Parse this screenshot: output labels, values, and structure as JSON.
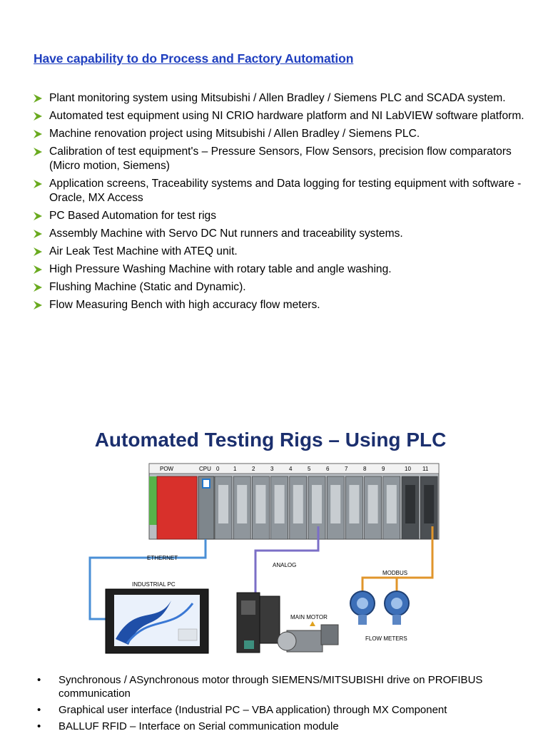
{
  "heading": "Have capability to do Process and Factory Automation",
  "capabilities": [
    "Plant monitoring system using Mitsubishi / Allen Bradley / Siemens PLC and SCADA system.",
    "Automated test equipment using NI CRIO hardware platform and NI LabVIEW software platform.",
    "Machine renovation project using Mitsubishi / Allen Bradley / Siemens PLC.",
    "Calibration of test equipment's – Pressure Sensors, Flow Sensors, precision flow comparators (Micro motion, Siemens)",
    "Application screens, Traceability systems and Data logging for testing equipment with software - Oracle, MX Access",
    "PC Based Automation for test rigs",
    "Assembly Machine with Servo DC Nut runners and traceability systems.",
    "Air Leak Test Machine with ATEQ unit.",
    "High Pressure Washing Machine with rotary table and angle washing.",
    "Flushing Machine (Static and Dynamic).",
    "Flow Measuring Bench with high accuracy flow meters."
  ],
  "rig_title": "Automated Testing Rigs – Using PLC",
  "diagram": {
    "slot_labels": [
      "POW",
      "CPU",
      "0",
      "1",
      "2",
      "3",
      "4",
      "5",
      "6",
      "7",
      "8",
      "9",
      "10",
      "11"
    ],
    "ethernet": "ETHERNET",
    "analog": "ANALOG",
    "modbus": "MODBUS",
    "industrial_pc": "INDUSTRIAL PC",
    "main_motor": "MAIN MOTOR",
    "flow_meters": "FLOW METERS"
  },
  "bottom_bullets": [
    "Synchronous / ASynchronous motor through SIEMENS/MITSUBISHI drive on PROFIBUS communication",
    "Graphical user interface (Industrial PC – VBA application) through MX Component",
    "BALLUF RFID – Interface on Serial communication module"
  ],
  "colors": {
    "heading": "#1f3fbf",
    "arrow_bullet": "#6aaa1f",
    "rig_title": "#1b2f6e",
    "ethernet_line": "#4a8fd6",
    "analog_line": "#7b6fc7",
    "modbus_line": "#e0952b",
    "power_module": "#d8302b"
  },
  "icons": {
    "capability_bullet": "arrow-bullet-icon",
    "bottom_bullet": "round-bullet-icon"
  }
}
